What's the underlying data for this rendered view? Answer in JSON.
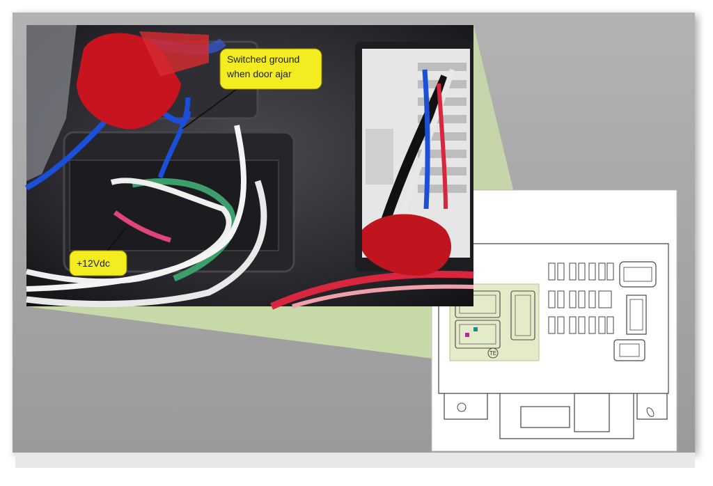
{
  "callouts": {
    "ground_line1": "Switched ground",
    "ground_line2": "when door ajar",
    "power": "+12Vdc"
  },
  "diagram": {
    "connector_label": "TE"
  },
  "colors": {
    "callout_fill": "#f2ec20",
    "zoom_fill": "#c8d8a8",
    "wire_red": "#d7263d",
    "wire_blue": "#1b4fd8",
    "wire_green": "#3c9e6a",
    "wire_pink": "#e0457a",
    "background_gray": "#a6a6a6",
    "pin_highlight_magenta": "#c0209a",
    "pin_highlight_teal": "#1f8a8a"
  }
}
